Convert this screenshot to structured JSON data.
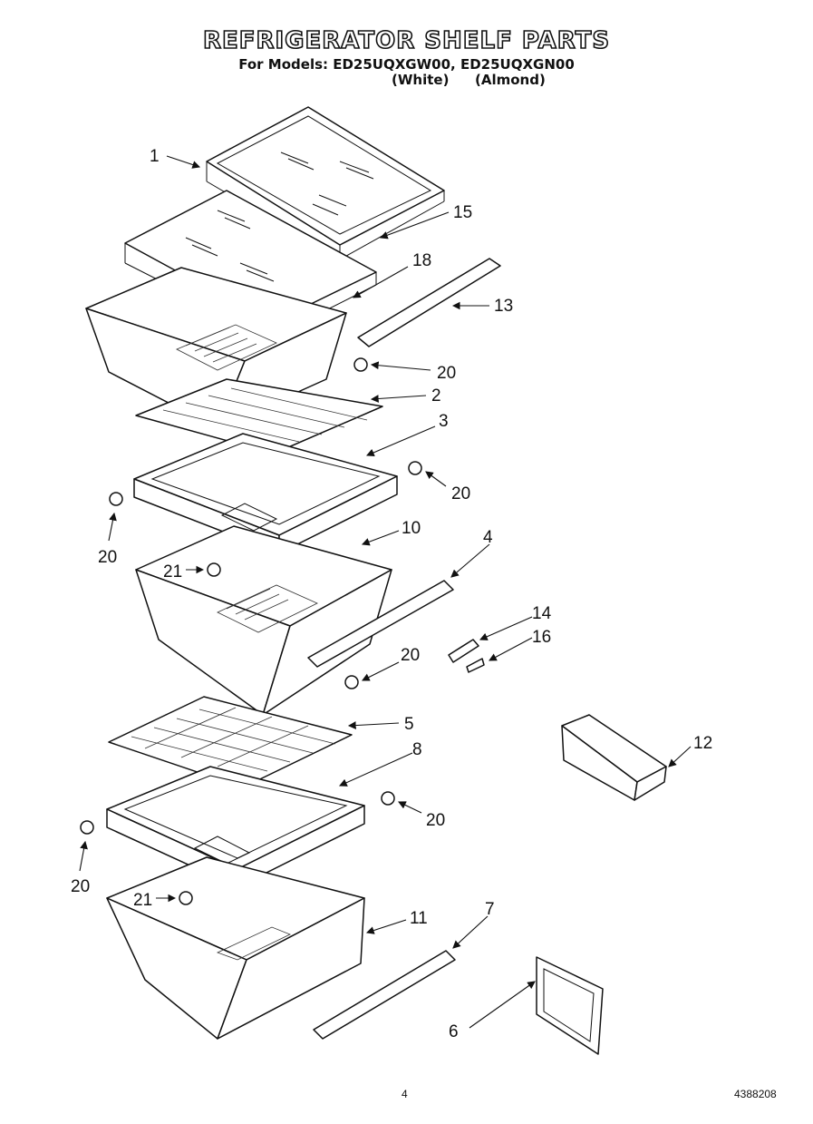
{
  "title": "REFRIGERATOR SHELF PARTS",
  "models_line": "For Models: ED25UQXGW00, ED25UQXGN00",
  "model_colors": [
    "(White)",
    "(Almond)"
  ],
  "callouts": [
    "1",
    "15",
    "18",
    "13",
    "20",
    "2",
    "3",
    "20",
    "20",
    "10",
    "21",
    "4",
    "14",
    "16",
    "20",
    "5",
    "12",
    "8",
    "20",
    "20",
    "21",
    "11",
    "7",
    "6"
  ],
  "footer": {
    "page_number": "4",
    "doc_code": "4388208"
  }
}
